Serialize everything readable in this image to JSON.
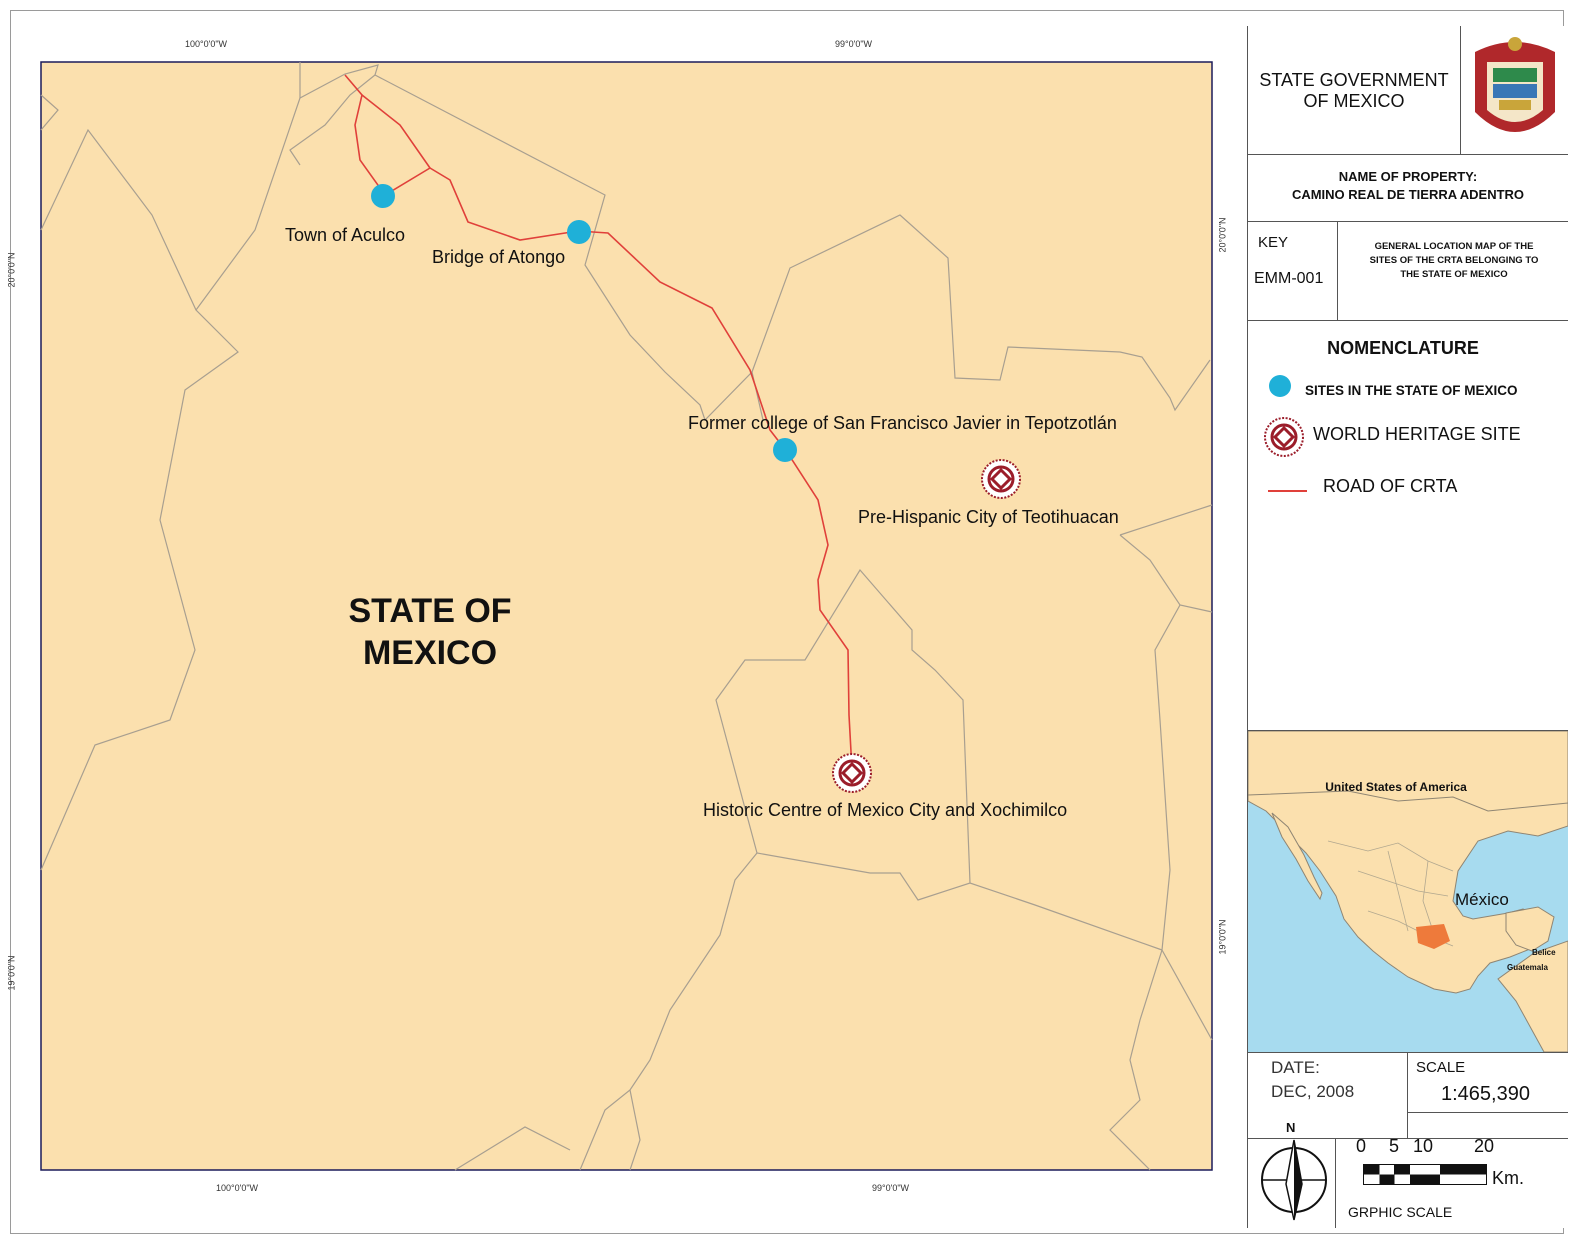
{
  "graticule": {
    "top_lon_left": "100°0'0\"W",
    "top_lon_right": "99°0'0\"W",
    "bottom_lon_left": "100°0'0\"W",
    "bottom_lon_right": "99°0'0\"W",
    "left_lat_top": "20°0'0\"N",
    "left_lat_bottom": "19°0'0\"N",
    "right_lat_top": "20°0'0\"N",
    "right_lat_bottom": "19°0'0\"N"
  },
  "map": {
    "title_line1": "STATE OF",
    "title_line2": "MEXICO",
    "sites": [
      {
        "name": "Town of Aculco",
        "type": "site"
      },
      {
        "name": "Bridge of Atongo",
        "type": "site"
      },
      {
        "name": "Former college of San Francisco Javier in Tepotzotlán",
        "type": "site"
      },
      {
        "name": "Pre-Hispanic City of Teotihuacan",
        "type": "heritage"
      },
      {
        "name": "Historic Centre of Mexico City and Xochimilco",
        "type": "heritage"
      }
    ],
    "colors": {
      "land": "#fbe0ae",
      "boundary": "#a89f90",
      "road": "#e0403a",
      "site": "#1fb0d8",
      "heritage": "#9b1d2a"
    }
  },
  "panel": {
    "gov_line1": "STATE GOVERNMENT",
    "gov_line2": "OF MEXICO",
    "property_label": "NAME OF PROPERTY:",
    "property_name": "CAMINO REAL DE TIERRA ADENTRO",
    "key_label": "KEY",
    "key_value": "EMM-001",
    "map_desc_line1": "GENERAL LOCATION MAP OF THE",
    "map_desc_line2": "SITES OF THE CRTA BELONGING TO",
    "map_desc_line3": "THE STATE OF MEXICO",
    "nomenclature_title": "NOMENCLATURE",
    "legend_sites": "SITES IN THE STATE OF MEXICO",
    "legend_heritage": "WORLD HERITAGE SITE",
    "legend_road": "ROAD OF CRTA",
    "inset_usa": "United States of America",
    "inset_mexico": "México",
    "inset_belice": "Belice",
    "inset_guatemala": "Guatemala",
    "date_label": "DATE:",
    "date_value": "DEC, 2008",
    "scale_label": "SCALE",
    "scale_value": "1:465,390",
    "north_label": "N",
    "scale_ticks": [
      "0",
      "5",
      "10",
      "20"
    ],
    "scale_unit": "Km.",
    "graphic_scale_label": "GRPHIC SCALE"
  }
}
